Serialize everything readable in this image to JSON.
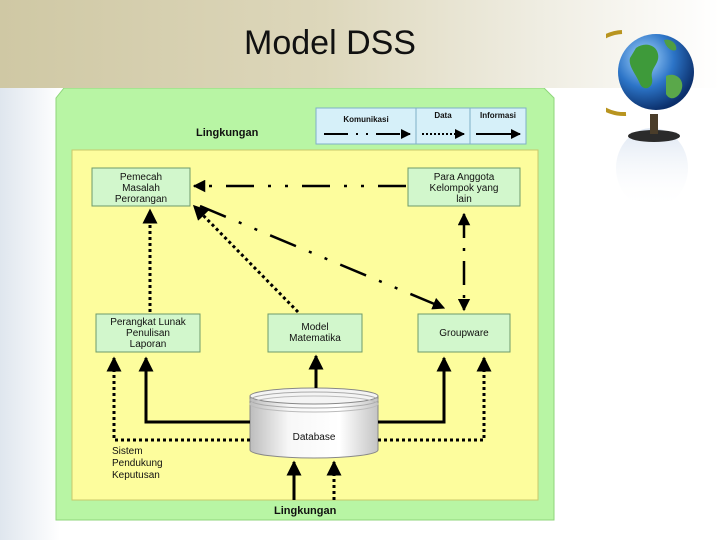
{
  "slide": {
    "title": "Model DSS"
  },
  "diagram": {
    "environment_top": "Lingkungan",
    "environment_bottom": "Lingkungan",
    "legend": {
      "communication": "Komunikasi",
      "data": "Data",
      "information": "Informasi"
    },
    "boxes": {
      "individual_problem_solver": [
        "Pemecah",
        "Masalah",
        "Perorangan"
      ],
      "group_members": [
        "Para Anggota",
        "Kelompok yang",
        "lain"
      ],
      "report_writer": [
        "Perangkat Lunak",
        "Penulisan",
        "Laporan"
      ],
      "math_model": [
        "Model",
        "Matematika"
      ],
      "groupware": [
        "Groupware"
      ],
      "database": "Database"
    },
    "system_label": [
      "Sistem",
      "Pendukung",
      "Keputusan"
    ]
  },
  "colors": {
    "outer_green": "#b8f5a4",
    "inner_yellow": "#fdfd9d",
    "box_green": "#d2f7cc",
    "legend_blue": "#d6f0f9",
    "arrow": "#000000"
  }
}
